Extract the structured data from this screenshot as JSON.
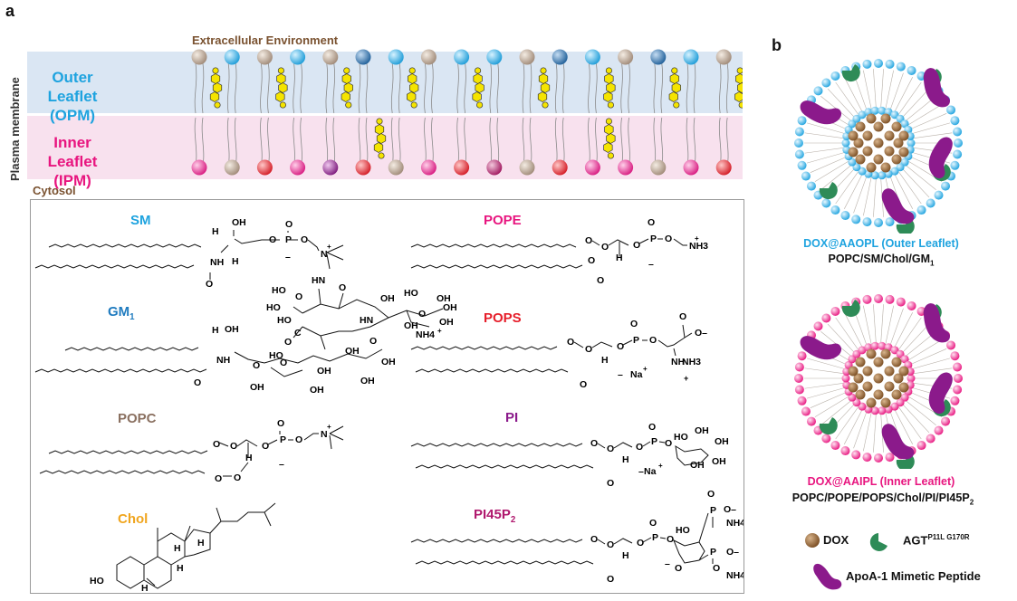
{
  "panel_a": {
    "letter": "a",
    "membrane": {
      "top_label": "Extracellular Environment",
      "bottom_label": "Cytosol",
      "side_label": "Plasma membrane",
      "outer_leaflet": {
        "line1": "Outer Leaflet",
        "line2": "(OPM)"
      },
      "inner_leaflet": {
        "line1": "Inner Leaflet",
        "line2": "(IPM)"
      }
    },
    "lipids": {
      "sm": "SM",
      "gm1": "GM",
      "gm1_sub": "1",
      "popc": "POPC",
      "chol": "Chol",
      "pope": "POPE",
      "pops": "POPS",
      "pi": "PI",
      "pi45p2": "PI45P",
      "pi45p2_sub": "2"
    },
    "atoms": {
      "H": "H",
      "OH": "OH",
      "HO": "HO",
      "NH": "NH",
      "O": "O",
      "P": "P",
      "N": "N",
      "NH3": "NH3",
      "NH4": "NH4",
      "Na": "Na",
      "minus": "–",
      "plus": "+",
      "Ominus": "O–",
      "HN": "HN",
      "C": "C"
    }
  },
  "panel_b": {
    "letter": "b",
    "outer_vesicle": {
      "name": "DOX@AAOPL (Outer Leaflet)",
      "composition": "POPC/SM/Chol/GM",
      "comp_sub": "1"
    },
    "inner_vesicle": {
      "name": "DOX@AAIPL (Inner Leaflet)",
      "composition": "POPC/POPE/POPS/Chol/PI/PI45P",
      "comp_sub": "2"
    },
    "legend": {
      "dox": "DOX",
      "agt": "AGT",
      "agt_sup": "P11L G170R",
      "apoa": "ApoA-1 Mimetic Peptide"
    }
  },
  "colors": {
    "outer_leaflet_bg": "#dae6f3",
    "inner_leaflet_bg": "#f8e1ee",
    "outer_label": "#1ea3df",
    "inner_label": "#e8157f",
    "sm": "#1ea3df",
    "gm1": "#1f7bbf",
    "popc": "#8a7060",
    "chol": "#f0a51e",
    "pope": "#e8157f",
    "pops": "#e61e2a",
    "pi": "#8b1a8b",
    "pi45p2": "#b0196e",
    "dox": "#8b5a2b",
    "agt": "#2e8b57",
    "apoa": "#8b1a8b",
    "cholesterol_fill": "#f5e400"
  }
}
